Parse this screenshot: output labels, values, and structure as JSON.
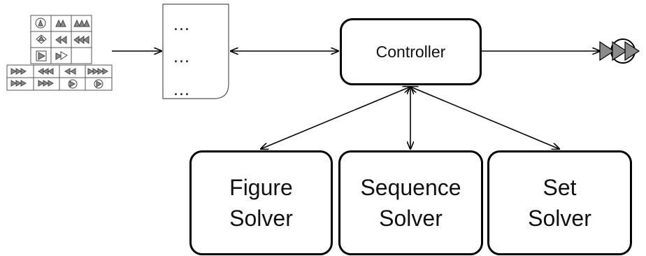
{
  "controller": {
    "label": "Controller"
  },
  "memory": {
    "items": [
      "...",
      "...",
      "..."
    ]
  },
  "solvers": [
    {
      "line1": "Figure",
      "line2": "Solver"
    },
    {
      "line1": "Sequence",
      "line2": "Solver"
    },
    {
      "line1": "Set",
      "line2": "Solver"
    }
  ],
  "colors": {
    "stroke": "#000000",
    "shape_fill": "#8a8a8a",
    "shape_border": "#555555"
  },
  "icons": {
    "input_puzzle": "raven-matrix-icon",
    "output_answer": "answer-triangles-icon"
  }
}
